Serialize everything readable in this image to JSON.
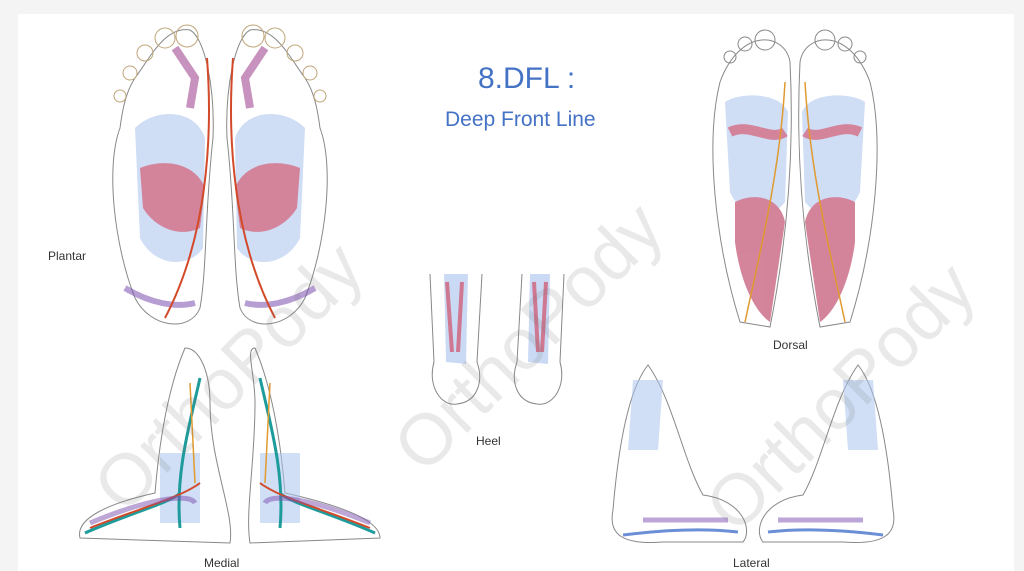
{
  "slide": {
    "title": "8.DFL :",
    "subtitle": "Deep Front Line",
    "labels": {
      "plantar": "Plantar",
      "dorsal": "Dorsal",
      "heel": "Heel",
      "medial": "Medial",
      "lateral": "Lateral"
    },
    "watermark": "OrthoPody"
  },
  "colors": {
    "title": "#4472c4",
    "muscle": "#b0204a",
    "bone": "#cdb58a",
    "fascia_blue": "#6a8fd6",
    "tendon_orange": "#e09a2e",
    "line_red": "#d24a2a",
    "teal": "#1e9b9b"
  }
}
